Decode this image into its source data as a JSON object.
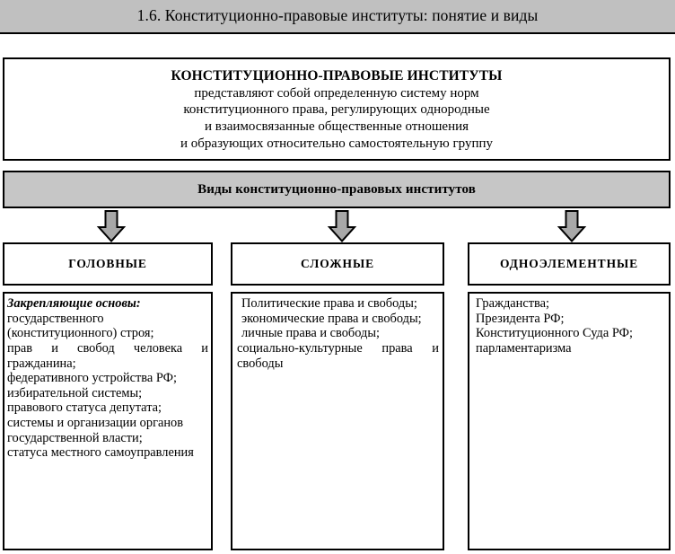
{
  "header": {
    "title": "1.6. Конституционно-правовые институты: понятие и виды"
  },
  "definition": {
    "heading": "КОНСТИТУЦИОННО-ПРАВОВЫЕ ИНСТИТУТЫ",
    "lines": [
      "представляют собой определенную систему норм",
      "конституционного права, регулирующих однородные",
      "и взаимосвязанные общественные отношения",
      "и образующих относительно самостоятельную группу"
    ]
  },
  "types_bar": {
    "label": "Виды конституционно-правовых институтов"
  },
  "arrows": {
    "icon": "arrow-down-icon",
    "count": 3,
    "fill": "#a8a8a8",
    "stroke": "#000000"
  },
  "columns": [
    {
      "header": "ГОЛОВНЫЕ",
      "lead": "Закрепляющие основы:",
      "entries": [
        "государственного (конституционного) строя;",
        "прав и свобод человека и гражданина;",
        "федеративного устройства РФ;",
        "избирательной системы;",
        "правового статуса депутата;",
        "системы и организации органов государственной власти;",
        "статуса местного самоуправления"
      ]
    },
    {
      "header": "СЛОЖНЫЕ",
      "lead": "",
      "entries": [
        "Политические права и свободы;",
        "экономические права и свободы;",
        "личные права и свободы;",
        "социально-культурные права и свободы"
      ]
    },
    {
      "header": "ОДНОЭЛЕМЕНТНЫЕ",
      "lead": "",
      "entries": [
        "Гражданства;",
        "Президента РФ;",
        "Конституционного Суда РФ;",
        "парламентаризма"
      ]
    }
  ],
  "colors": {
    "title_bar_bg": "#c0c0c0",
    "types_bar_bg": "#c6c6c6",
    "arrow_fill": "#a8a8a8",
    "border": "#000000",
    "text": "#000000",
    "page_bg": "#ffffff"
  }
}
